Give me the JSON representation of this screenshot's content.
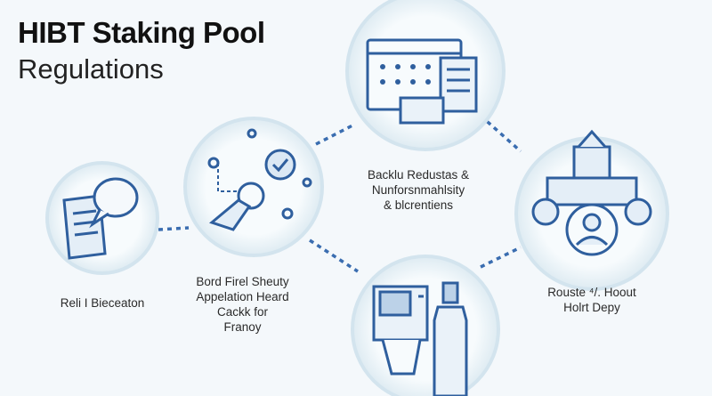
{
  "header": {
    "title": "HIBT Staking Pool",
    "subtitle": "Regulations"
  },
  "nodes": [
    {
      "id": "left",
      "label": "Reli I Bieceaton",
      "icon": "document-speech-bubble-icon"
    },
    {
      "id": "center-left",
      "label_lines": [
        "Bord Firel Sheuty",
        "Appelation Heard",
        "Cackk for",
        "Franoy"
      ],
      "icon": "hand-network-check-icon"
    },
    {
      "id": "top",
      "label_lines": [
        "Backlu Redustas &",
        "Nunforsnmahlsity",
        "& blcrentiens"
      ],
      "icon": "calendar-documents-icon"
    },
    {
      "id": "right",
      "label_lines": [
        "Rouste ⁴/. Hoout",
        "Holrt Depy"
      ],
      "icon": "building-people-icon"
    },
    {
      "id": "bottom",
      "icon": "computer-bottle-icon"
    }
  ],
  "colors": {
    "accent": "#2f5f9e",
    "line": "#3a6db0",
    "circle_fill": "#eef5f9",
    "circle_stroke": "#d3e4ee"
  }
}
